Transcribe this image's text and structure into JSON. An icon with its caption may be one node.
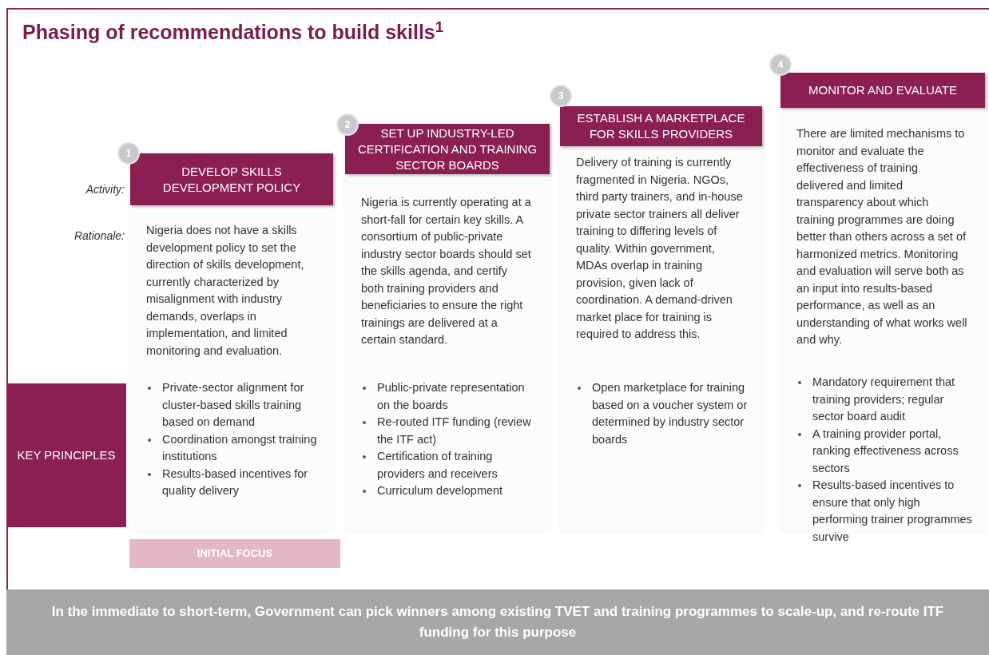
{
  "diagram": {
    "title": "Phasing of recommendations to build skills$^{1}$",
    "nodes": [
      {
        "text": [
          "1"
        ]
      },
      {
        "text": [
          "DEVELOP SKILLS DEVELOPMENT POLICY",
          "Nigeria does not have a skills development policy to set the direction of skills development, currently characterized by misalignment with industry demands, overlaps in implementation, and limited monitoring and evaluation.",
          "Private-sector alignment for cluster-based skills training based on demand",
          "Coordination amongst training institutions",
          "Results-based incentives for quality delivery"
        ]
      },
      {
        "text": [
          "2"
        ]
      },
      {
        "text": [
          "SET UP INDUSTRY-LED CERTIFICATION AND TRAINING SECTOR BOARDS",
          "Nigeria is currently operating at a short-fall for certain key skills. A consortium of public-private industry sector boards should set the skills agenda, and certify both training providers and beneficiaries to ensure the right trainings are delivered at a certain standard.",
          "Public-private representation on the boards",
          "Re-routed ITF funding (review the ITF act)",
          "Certification of training providers and receivers",
          "Curriculum development"
        ]
      },
      {
        "text": [
          "3"
        ]
      },
      {
        "text": [
          "ESTABLISH A MARKETPLACE FOR SKILLS PROVIDERS",
          "Delivery of training is currently fragmented in Nigeria. NGOs, third party trainers, and in-house private sector trainers all deliver training to differing levels of quality. Within government, MDAs overlap in training provision, given lack of coordination. A demand-driven market place for training is required to address this.",
          "Open marketplace for training based on a voucher system or determined by industry sector boards"
        ]
      },
      {
        "text": [
          "4"
        ]
      },
      {
        "text": [
          "MONITOR AND EVALUATE",
          "There are limited mechanisms to monitor and evaluate the effectiveness of training delivered and limited transparency about which training programmes are doing better than others across a set of harmonized metrics. Monitoring and evaluation will serve both as an input into results-based performance, as well as an understanding of what works well and why.",
          "Mandatory requirement that training providers; regular sector board audit",
          "A training provider portal, ranking effectiveness across sectors",
          "Results-based incentives to ensure that only high performing trainer programmes survive"
        ]
      },
      {
        "text": [
          "KEY PRINCIPLES"
        ]
      },
      {
        "text": [
          "INITIAL FOCUS"
        ]
      },
      {
        "text": [
          "In the immediate to short-term, Government can pick winners among existing TVET and training programmes to scale-up, and re-route ITF funding for this purpose"
        ]
      }
    ],
    "edges": [],
    "labels": [
      "Activity:",
      "Rationale:"
    ]
  }
}
